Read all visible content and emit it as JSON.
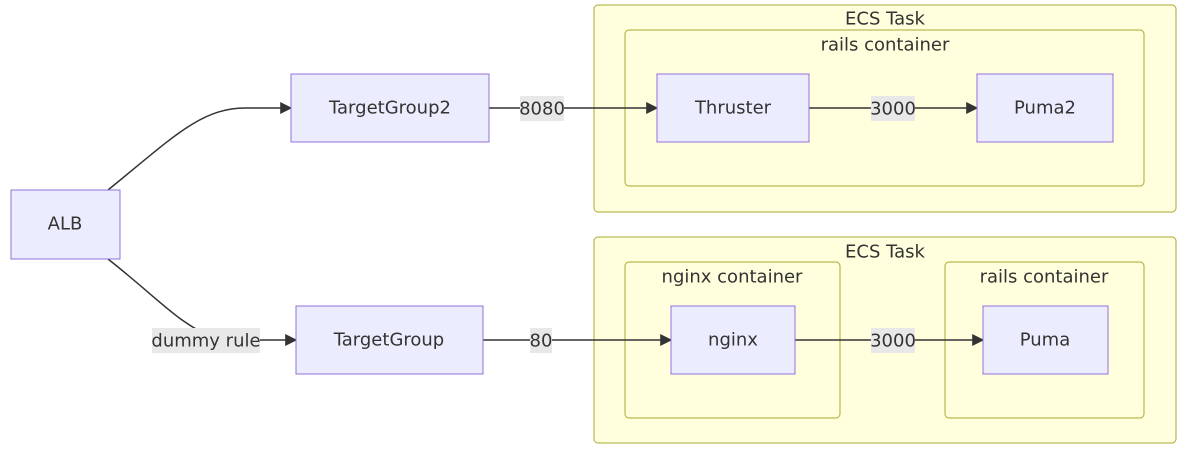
{
  "task_top": {
    "label": "ECS Task",
    "rails_container": {
      "label": "rails container"
    }
  },
  "task_bottom": {
    "label": "ECS Task",
    "nginx_container": {
      "label": "nginx container"
    },
    "rails_container": {
      "label": "rails container"
    }
  },
  "nodes": {
    "alb": "ALB",
    "target_group2": "TargetGroup2",
    "thruster": "Thruster",
    "puma2": "Puma2",
    "target_group": "TargetGroup",
    "nginx": "nginx",
    "puma": "Puma"
  },
  "edges": {
    "alb_to_target_group2": "",
    "alb_to_target_group": "dummy rule",
    "target_group2_to_thruster": "8080",
    "thruster_to_puma2": "3000",
    "target_group_to_nginx": "80",
    "nginx_to_puma": "3000"
  },
  "colors": {
    "cluster_fill": "#ffffde",
    "cluster_stroke": "#aaaa33",
    "node_fill": "#ececff",
    "node_stroke": "#9370db",
    "edge": "#333333",
    "edge_label_bg": "#e8e8e8"
  }
}
